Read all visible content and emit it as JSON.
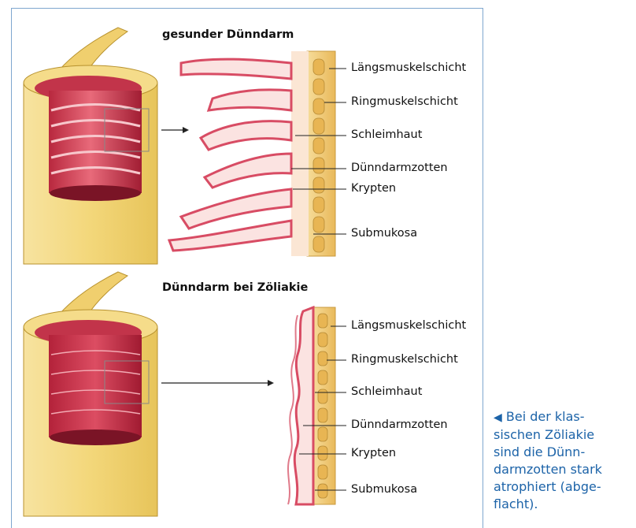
{
  "healthy": {
    "title": "gesunder Dünndarm",
    "labels": [
      "Längsmuskelschicht",
      "Ringmuskelschicht",
      "Schleimhaut",
      "Dünndarmzotten",
      "Krypten",
      "Submukosa"
    ]
  },
  "celiac": {
    "title": "Dünndarm bei Zöliakie",
    "labels": [
      "Längsmuskelschicht",
      "Ringmuskelschicht",
      "Schleimhaut",
      "Dünndarmzotten",
      "Krypten",
      "Submukosa"
    ]
  },
  "caption": {
    "marker": "◀",
    "lines": [
      "Bei der klas-",
      "sischen Zöliakie",
      "sind die Dünn-",
      "darmzotten stark",
      "atrophiert (abge-",
      "flacht)."
    ]
  },
  "colors": {
    "intestine_outer": "#f3d77a",
    "mucosa": "#e8707a",
    "villus_fill": "#fbe3e1",
    "villus_edge": "#d84c64",
    "muscle": "#f0c36a",
    "accent_blue": "#1c63a8",
    "frame": "#7fa7cf"
  }
}
